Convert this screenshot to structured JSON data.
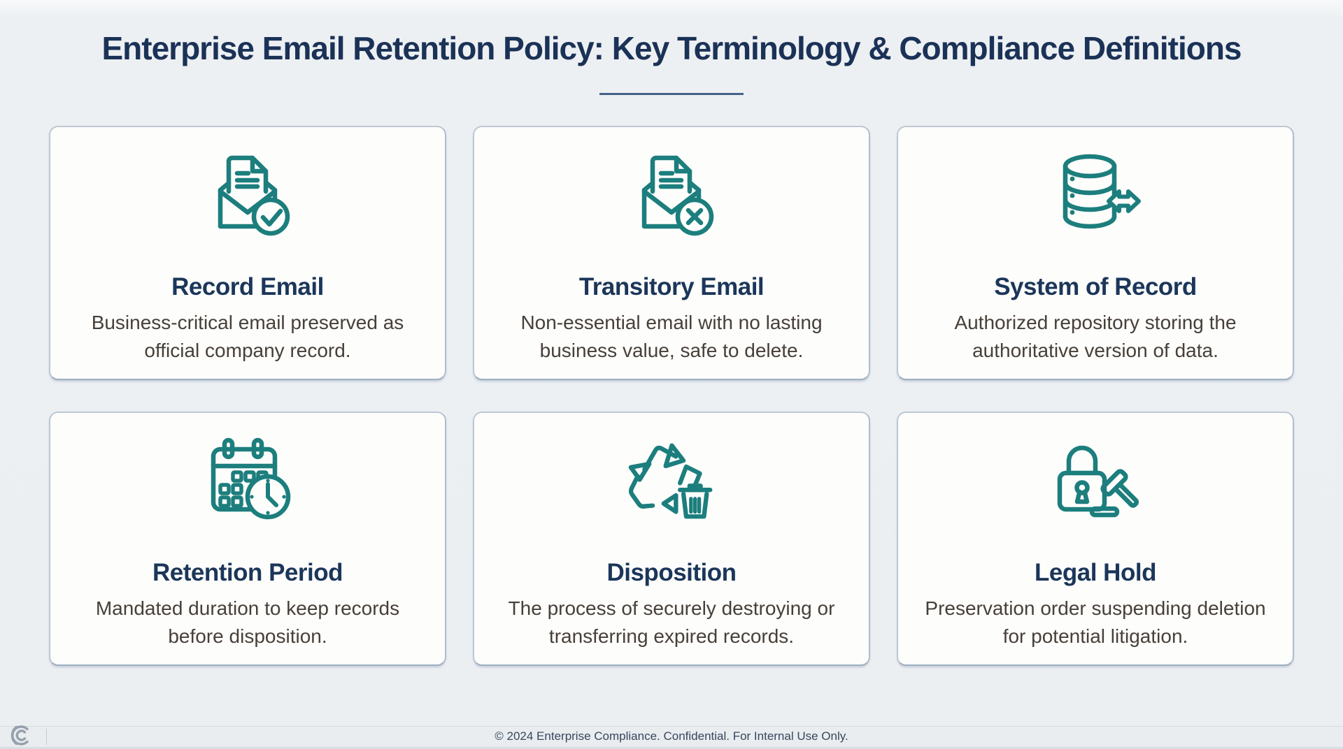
{
  "title": "Enterprise Email Retention Policy: Key Terminology & Compliance Definitions",
  "cards": [
    {
      "icon": "record-email-icon",
      "title": "Record Email",
      "description": "Business-critical email preserved as official company record."
    },
    {
      "icon": "transitory-email-icon",
      "title": "Transitory Email",
      "description": "Non-essential email with no lasting business value, safe to delete."
    },
    {
      "icon": "system-of-record-icon",
      "title": "System of Record",
      "description": "Authorized repository storing the authoritative version of data."
    },
    {
      "icon": "retention-period-icon",
      "title": "Retention Period",
      "description": "Mandated duration to keep records before disposition."
    },
    {
      "icon": "disposition-icon",
      "title": "Disposition",
      "description": "The process of securely destroying or transferring expired records."
    },
    {
      "icon": "legal-hold-icon",
      "title": "Legal Hold",
      "description": "Preservation order suspending deletion for potential litigation."
    }
  ],
  "footer": {
    "text": "© 2024 Enterprise Compliance. Confidential. For Internal Use Only."
  },
  "logo": "compliance-double-c-mark",
  "colors": {
    "accent_teal": "#1c7e7d",
    "heading_navy": "#1b3257",
    "body_text": "#474038",
    "page_background": "#edf0f3",
    "card_background": "#fdfdfc",
    "card_border": "#bdc8d2",
    "footer_text": "#3a465c"
  }
}
